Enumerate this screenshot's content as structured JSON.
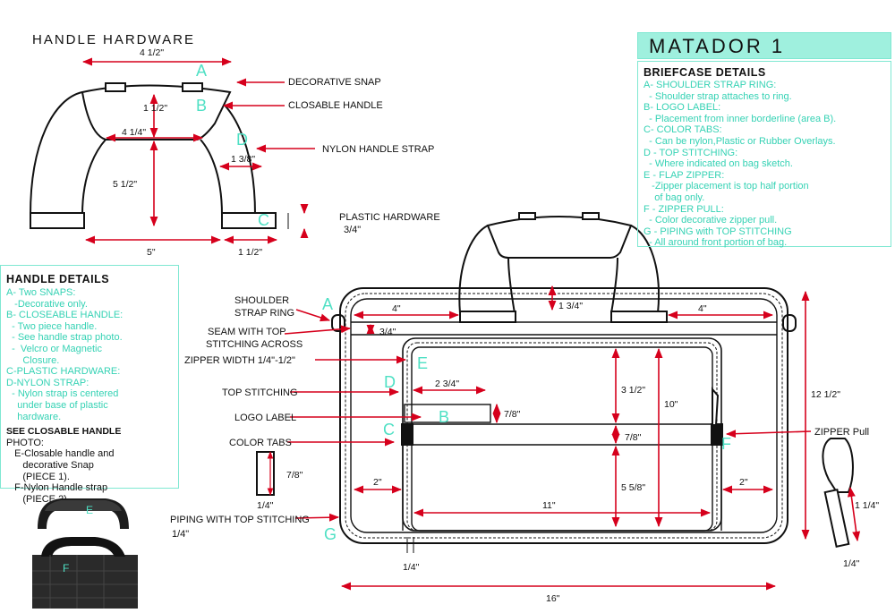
{
  "colors": {
    "arrow": "#d6001c",
    "accent": "#4fe0c4",
    "panel_border": "#7fe8d2",
    "title_bg": "#9ff0de"
  },
  "handle_hardware": {
    "title": "HANDLE HARDWARE",
    "dims": {
      "top_width": "4 1/2\"",
      "handle_height": "1 1/2\"",
      "bottom_width": "4 1/4\"",
      "strap_width": "1 3/8\"",
      "height": "5  1/2\"",
      "span": "5\"",
      "foot": "1 1/2\""
    },
    "letters": {
      "a": "A",
      "b": "B",
      "c": "C",
      "d": "D"
    },
    "labels": {
      "decorative_snap": "DECORATIVE SNAP",
      "closable_handle": "CLOSABLE HANDLE",
      "nylon_strap": "NYLON HANDLE STRAP",
      "plastic_hw": "PLASTIC HARDWARE",
      "plastic_hw_size": "3/4\""
    }
  },
  "matador": {
    "title": "MATADOR 1"
  },
  "briefcase_details": {
    "title": "BRIEFCASE DETAILS",
    "lines": [
      "A- SHOULDER STRAP RING:",
      "  - Shoulder strap attaches to ring.",
      "B- LOGO LABEL:",
      "  - Placement from inner borderline (area B).",
      "C- COLOR TABS:",
      "  - Can be nylon,Plastic or Rubber Overlays.",
      "D - TOP STITCHING:",
      "  - Where indicated on bag sketch.",
      "E - FLAP ZIPPER:",
      "   -Zipper placement is top half portion",
      "    of bag only.",
      "F - ZIPPER PULL:",
      "  - Color decorative zipper pull.",
      "G - PIPING with TOP STITCHING",
      "  - All around front portion of bag."
    ]
  },
  "handle_details": {
    "title": "HANDLE DETAILS",
    "lines": [
      "A- Two SNAPS:",
      "   -Decorative only.",
      "B- CLOSEABLE HANDLE:",
      "  - Two piece handle.",
      "  - See handle strap photo.",
      "  -  Velcro or Magnetic",
      "      Closure.",
      "C-PLASTIC HARDWARE:",
      "D-NYLON STRAP:",
      "  - Nylon strap is centered",
      "    under base of plastic",
      "    hardware."
    ],
    "photo_title": "SEE CLOSABLE HANDLE",
    "photo_lines": [
      "PHOTO:",
      "   E-Closable handle and",
      "      decorative Snap",
      "      (PIECE 1).",
      "   F-Nylon Handle strap",
      "      (PIECE 2)."
    ],
    "photo_letters": {
      "e": "E",
      "f": "F"
    }
  },
  "bag": {
    "labels": {
      "shoulder_strap_ring_1": "SHOULDER",
      "shoulder_strap_ring_2": "STRAP RING",
      "seam_1": "SEAM WITH TOP",
      "seam_2": "STITCHING ACROSS",
      "zipper_width": "ZIPPER WIDTH 1/4\"-1/2\"",
      "top_stitching": "TOP STITCHING",
      "logo_label": "LOGO LABEL",
      "color_tabs": "COLOR  TABS",
      "piping_1": "PIPING WITH TOP STITCHING",
      "piping_2": "1/4\"",
      "zipper_pull": "ZIPPER Pull"
    },
    "letters": {
      "a": "A",
      "b": "B",
      "c": "C",
      "d": "D",
      "e": "E",
      "f": "F",
      "g": "G"
    },
    "dims": {
      "left_4": "4\"",
      "right_4": "4\"",
      "handle_h": "1 3/4\"",
      "seam": "3/4\"",
      "label_w": "2 3/4\"",
      "label_h": "7/8\"",
      "upper_h": "3 1/2\"",
      "body_h": "10\"",
      "band": "7/8\"",
      "lower_h": "5 5/8\"",
      "total_h": "12 1/2\"",
      "left_2": "2\"",
      "right_2": "2\"",
      "inner_w": "11\"",
      "bottom_quarter": "1/4\"",
      "total_w": "16\"",
      "tab_h": "7/8\"",
      "tab_w": "1/4\"",
      "pull_len": "1 1/4\"",
      "pull_w": "1/4\""
    }
  }
}
